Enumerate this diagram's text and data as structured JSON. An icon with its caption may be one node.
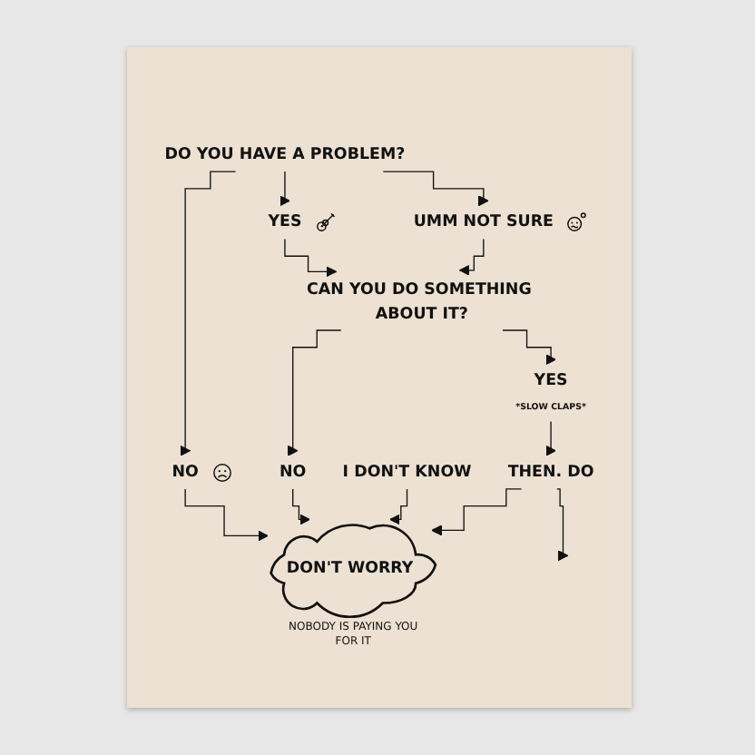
{
  "diagram": {
    "nodes": [
      {
        "text": [
          "DO YOU HAVE A PROBLEM?"
        ]
      },
      {
        "text": [
          "YES"
        ]
      },
      {
        "text": [
          "UMM NOT SURE"
        ]
      },
      {
        "text": [
          "NO"
        ]
      },
      {
        "text": [
          "CAN YOU DO SOMETHING ABOUT IT?"
        ]
      },
      {
        "text": [
          "YES"
        ],
        "beside": [
          "*SLOW CLAPS*"
        ]
      },
      {
        "text": [
          "NO"
        ]
      },
      {
        "text": [
          "I DON'T KNOW"
        ]
      },
      {
        "text": [
          "THEN. DO"
        ]
      },
      {
        "text": [
          "DON'T WORRY"
        ],
        "beside": [
          "NOBODY IS PAYING YOU FOR IT"
        ]
      }
    ],
    "edges": [
      {
        "from": 0,
        "to": 1,
        "arrow": "to"
      },
      {
        "from": 0,
        "to": 2,
        "arrow": "to"
      },
      {
        "from": 0,
        "to": 3,
        "arrow": "to"
      },
      {
        "from": 1,
        "to": 4,
        "arrow": "to"
      },
      {
        "from": 2,
        "to": 4,
        "arrow": "to"
      },
      {
        "from": 3,
        "to": 9,
        "arrow": "to"
      },
      {
        "from": 4,
        "to": 5,
        "arrow": "to"
      },
      {
        "from": 4,
        "to": 6,
        "arrow": "to"
      },
      {
        "from": 6,
        "to": 9,
        "arrow": "to"
      },
      {
        "from": 7,
        "to": 9,
        "arrow": "to"
      },
      {
        "from": 5,
        "to": 8,
        "arrow": "to"
      },
      {
        "from": 8,
        "to": 9,
        "arrow": "to"
      },
      {
        "from": 8,
        "to": null,
        "arrow": "to"
      }
    ]
  }
}
